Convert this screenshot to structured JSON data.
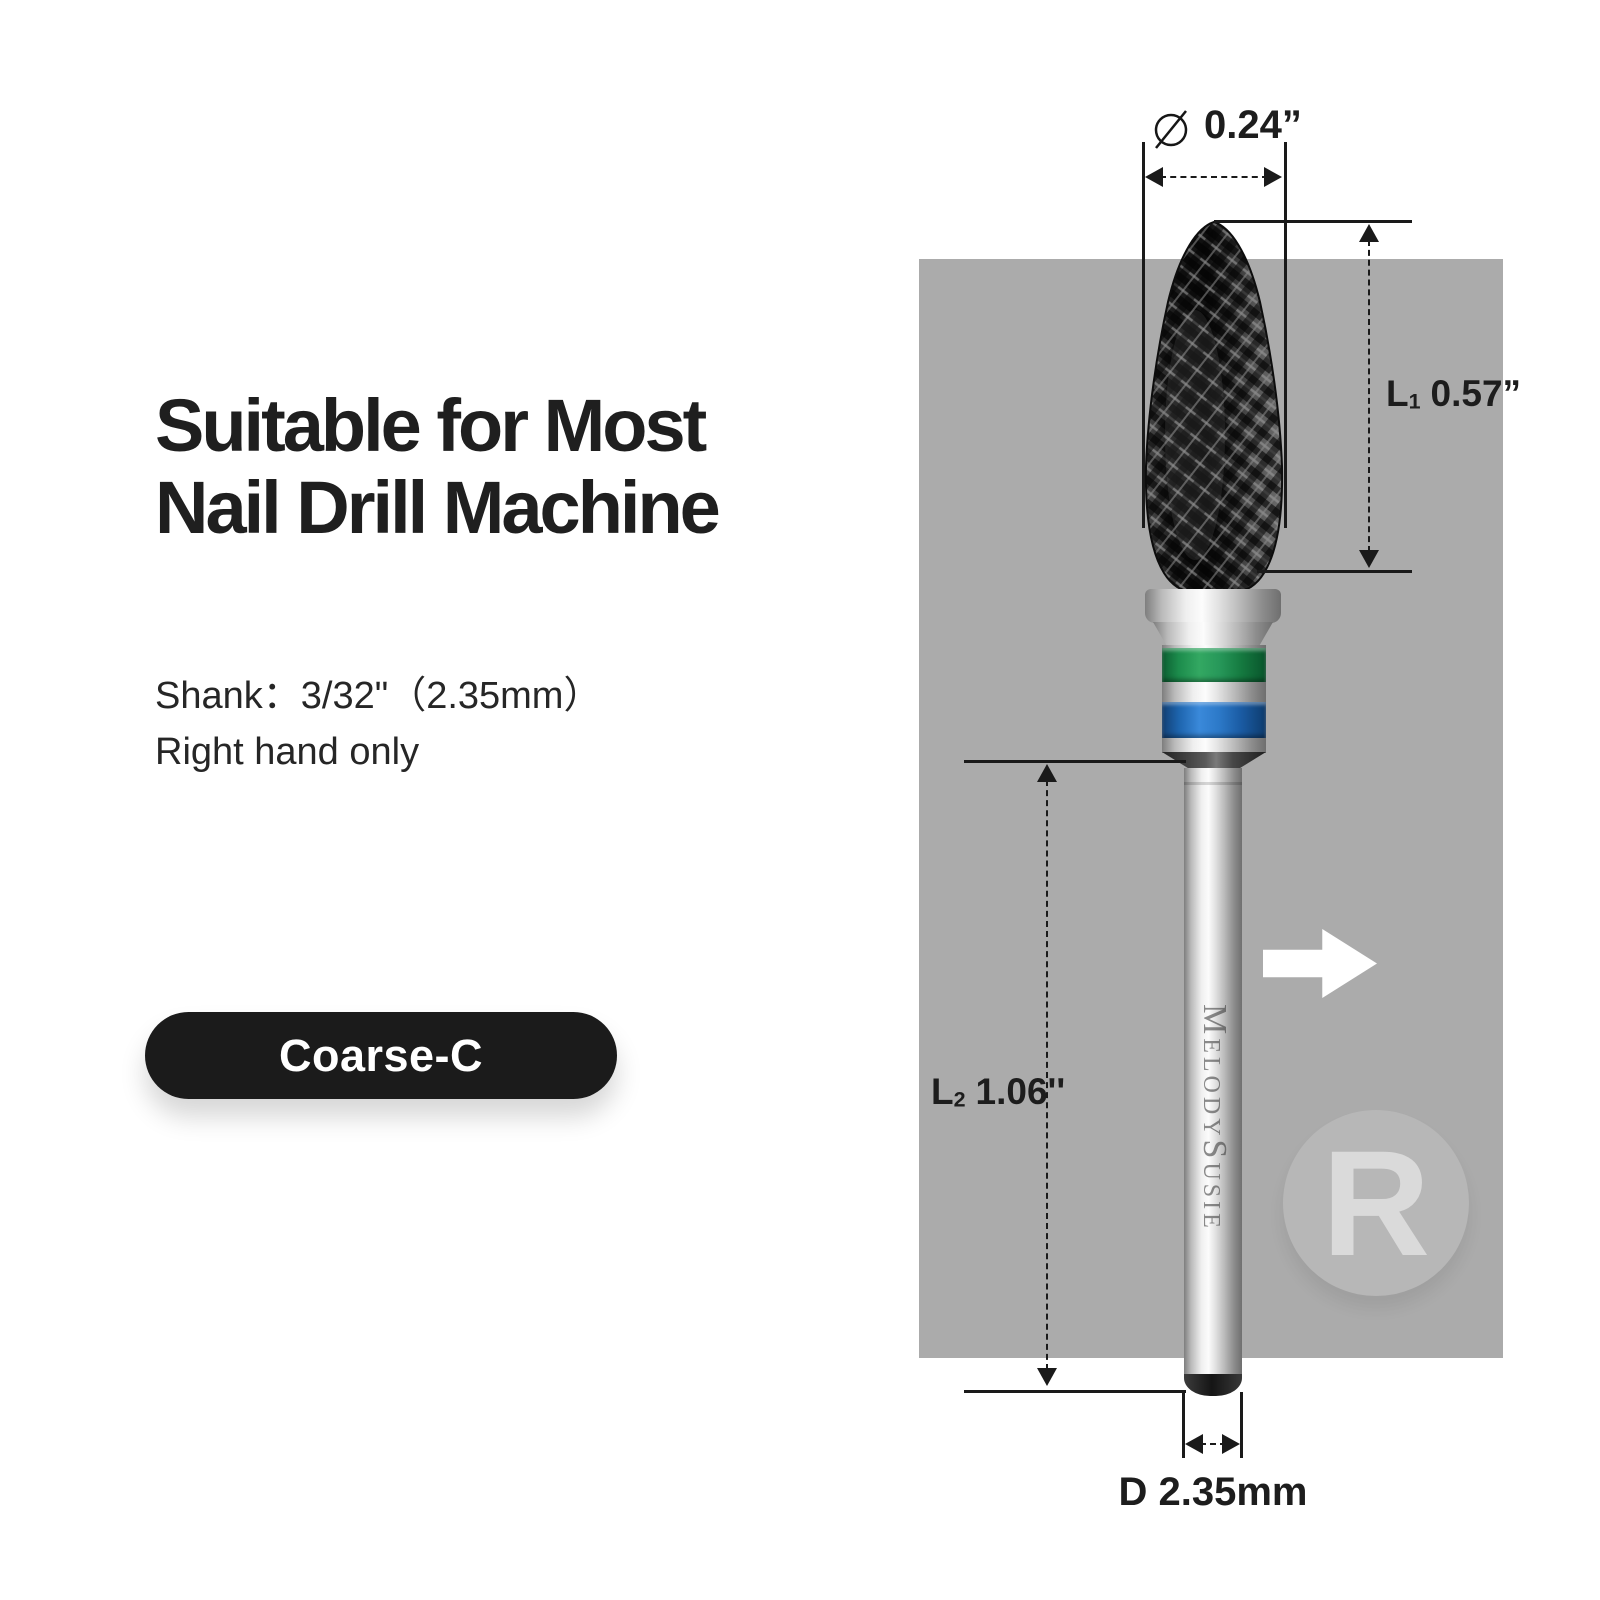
{
  "title": {
    "line1": "Suitable for Most",
    "line2": "Nail Drill Machine"
  },
  "specs": {
    "shank": "Shank：3/32\"（2.35mm）",
    "hand": "Right hand only"
  },
  "badge": {
    "label": "Coarse-C"
  },
  "dimensions": {
    "diameter": {
      "symbol": "⌀",
      "value": "0.24”"
    },
    "l1": {
      "name": "L",
      "sub": "1",
      "value": "0.57”"
    },
    "l2": {
      "name": "L",
      "sub": "2",
      "value": "1.06''"
    },
    "shank_diameter": {
      "value": "D 2.35mm"
    }
  },
  "watermark": {
    "letter": "R"
  },
  "brand": {
    "engraving": "MelodySusie"
  },
  "colors": {
    "panel_gray": "#ababab",
    "band_green": "#1c8c4c",
    "band_blue": "#1d64ad",
    "badge_black": "#1b1b1b"
  }
}
